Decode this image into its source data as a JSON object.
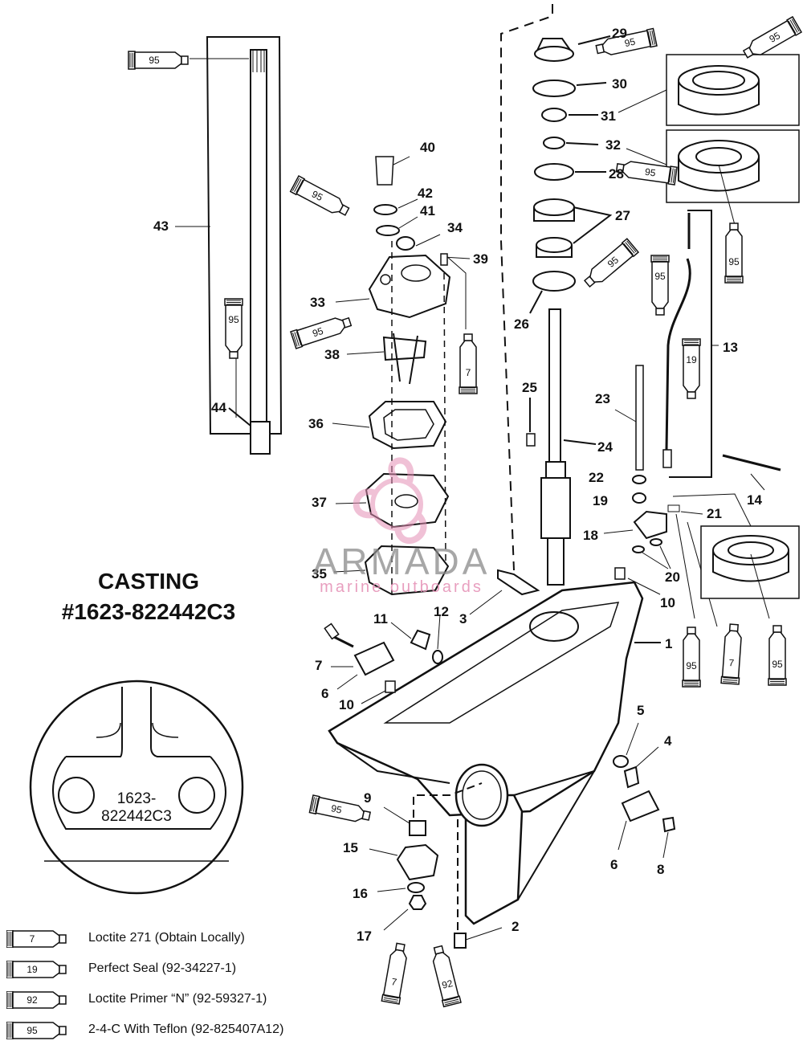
{
  "casting": {
    "title_line1": "CASTING",
    "title_line2": "#1623-822442C3",
    "detail_line1": "1623-",
    "detail_line2": "822442C3"
  },
  "watermark": {
    "brand": "ARMADA",
    "tagline": "marine outboards"
  },
  "part_numbers": [
    "1",
    "2",
    "3",
    "4",
    "5",
    "6",
    "6",
    "7",
    "8",
    "9",
    "10",
    "10",
    "11",
    "12",
    "13",
    "14",
    "15",
    "16",
    "17",
    "18",
    "19",
    "20",
    "21",
    "22",
    "23",
    "24",
    "25",
    "26",
    "27",
    "28",
    "29",
    "30",
    "31",
    "32",
    "33",
    "34",
    "35",
    "36",
    "37",
    "38",
    "39",
    "40",
    "41",
    "42",
    "43",
    "44"
  ],
  "tube_labels": [
    "95",
    "95",
    "95",
    "95",
    "95",
    "95",
    "95",
    "95",
    "95",
    "95",
    "95",
    "95",
    "95",
    "7",
    "7",
    "7",
    "19",
    "92"
  ],
  "legend": [
    {
      "code": "7",
      "text": "Loctite 271 (Obtain Locally)"
    },
    {
      "code": "19",
      "text": "Perfect Seal (92-34227-1)"
    },
    {
      "code": "92",
      "text": "Loctite Primer “N” (92-59327-1)"
    },
    {
      "code": "95",
      "text": "2-4-C  With Teflon (92-825407A12)"
    }
  ]
}
